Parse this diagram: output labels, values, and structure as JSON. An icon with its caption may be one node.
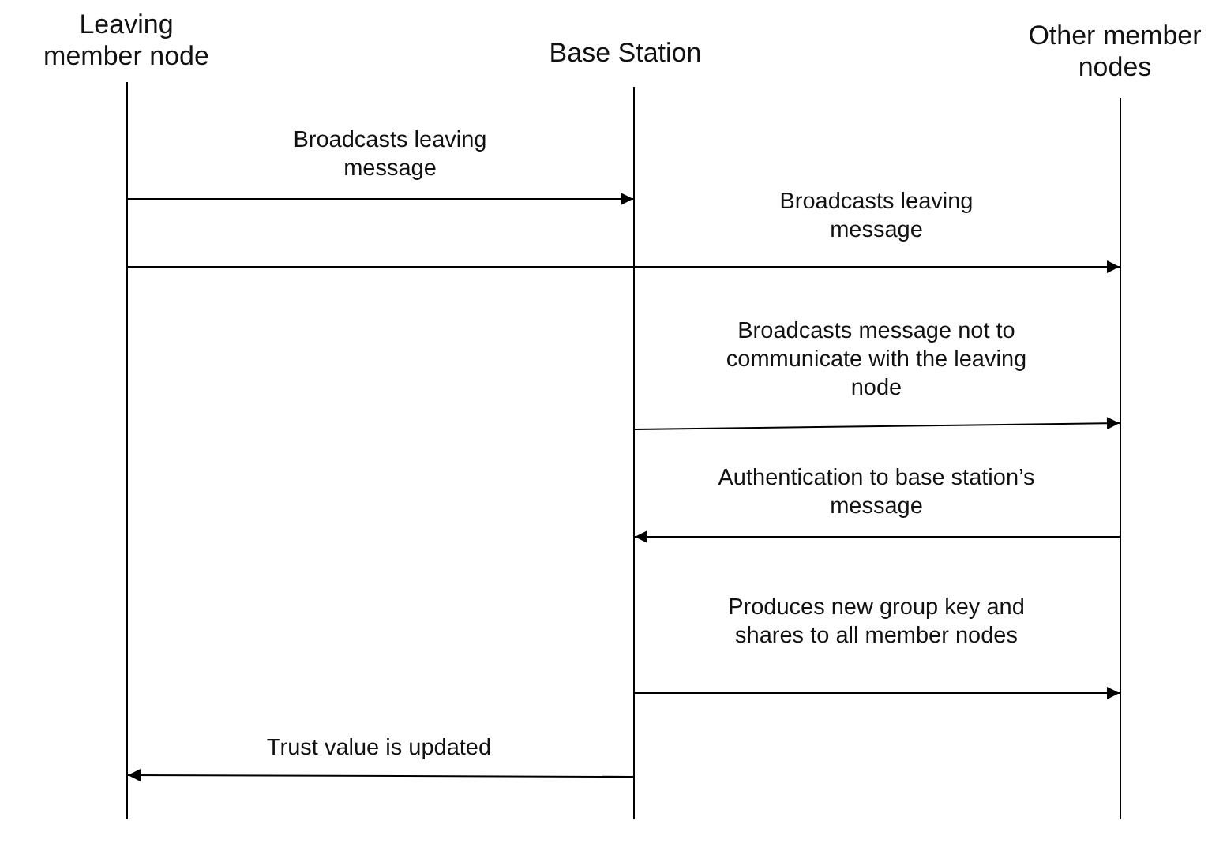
{
  "diagram": {
    "nodes": [
      {
        "text": [
          "Leaving member node"
        ]
      },
      {
        "text": [
          "Base Station"
        ]
      },
      {
        "text": [
          "Other member nodes"
        ]
      },
      {
        "text": [],
        "shape": "bar"
      },
      {
        "text": [],
        "shape": "bar"
      },
      {
        "text": [],
        "shape": "bar"
      }
    ],
    "edges": [
      {
        "from": 3,
        "to": 4,
        "arrow": "to",
        "label": "Broadcasts leaving message"
      },
      {
        "from": 3,
        "to": 5,
        "arrow": "to",
        "label": "Broadcasts leaving message"
      },
      {
        "from": 4,
        "to": 5,
        "arrow": "to",
        "label": "Broadcasts message not to communicate with the leaving node"
      },
      {
        "from": 5,
        "to": 4,
        "arrow": "to",
        "label": "Authentication to base station’s message"
      },
      {
        "from": 4,
        "to": 5,
        "arrow": "to",
        "label": "Produces new group key and shares to all member nodes"
      },
      {
        "from": 4,
        "to": 3,
        "arrow": "to",
        "label": "Trust value is updated"
      }
    ]
  }
}
